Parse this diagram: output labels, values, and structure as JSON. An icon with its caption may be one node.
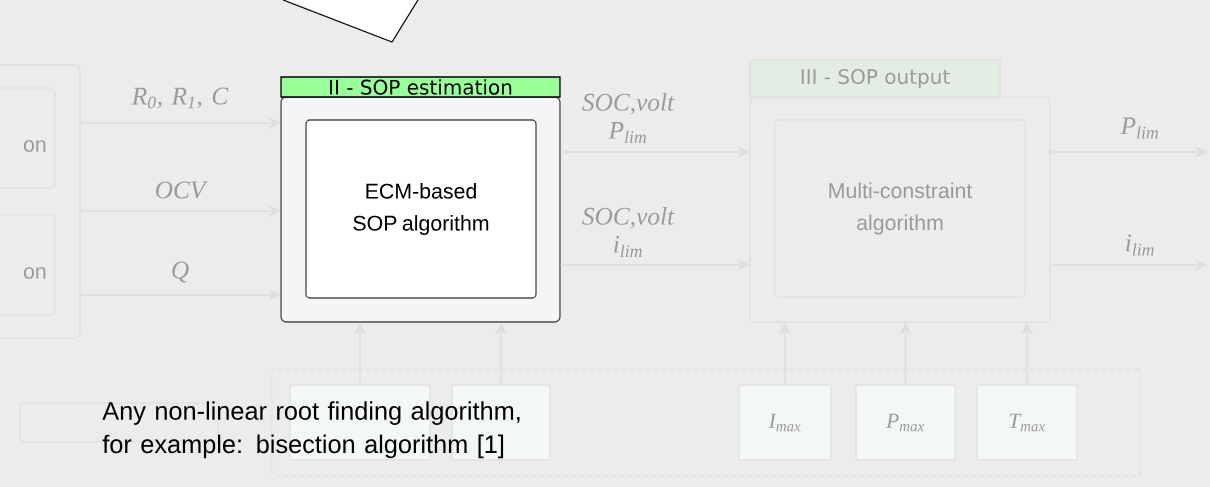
{
  "diagram": {
    "nodes": [
      {
        "text": [],
        "shape": "box"
      },
      {
        "text": [
          "on"
        ],
        "in": 0
      },
      {
        "text": [
          "on"
        ],
        "in": 0
      },
      {
        "text": [
          "II - SOP estimation"
        ]
      },
      {
        "text": [
          "ECM-based SOP algorithm"
        ],
        "in": 3
      },
      {
        "text": [
          "III - SOP output"
        ]
      },
      {
        "text": [
          "Multi-constraint algorithm"
        ],
        "in": 5
      },
      {
        "text": [],
        "shape": "box"
      },
      {
        "text": [],
        "shape": "box",
        "in": 7
      },
      {
        "text": [],
        "shape": "box",
        "in": 7
      },
      {
        "text": [
          "I$_{max}$"
        ],
        "in": 7
      },
      {
        "text": [
          "P$_{max}$"
        ],
        "in": 7
      },
      {
        "text": [
          "T$_{max}$"
        ],
        "in": 7
      },
      {
        "text": [],
        "shape": "box"
      }
    ],
    "edges": [
      {
        "from": 0,
        "to": 3,
        "arrow": "to",
        "label": "R$_{0}$, R$_{1}$, C"
      },
      {
        "from": 0,
        "to": 3,
        "arrow": "to",
        "label": "OCV"
      },
      {
        "from": 0,
        "to": 3,
        "arrow": "to",
        "label": "Q"
      },
      {
        "from": 3,
        "to": 5,
        "arrow": "to",
        "label": "SOC,volt P$_{lim}$"
      },
      {
        "from": 3,
        "to": 5,
        "arrow": "to",
        "label": "SOC,volt i$_{lim}$"
      },
      {
        "from": 5,
        "to": null,
        "arrow": "to",
        "label": "P$_{lim}$"
      },
      {
        "from": 5,
        "to": null,
        "arrow": "to",
        "label": "i$_{lim}$"
      },
      {
        "from": 8,
        "to": 3,
        "arrow": "to"
      },
      {
        "from": 9,
        "to": 3,
        "arrow": "to"
      },
      {
        "from": 10,
        "to": 5,
        "arrow": "to"
      },
      {
        "from": 11,
        "to": 5,
        "arrow": "to"
      },
      {
        "from": 12,
        "to": 5,
        "arrow": "to"
      }
    ],
    "labels": [
      "Any non-linear root finding algorithm, for example: bisection algorithm [1]"
    ]
  }
}
